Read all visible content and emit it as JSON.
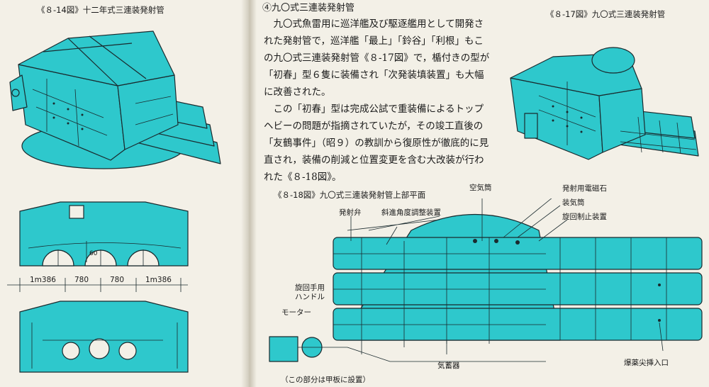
{
  "figures": {
    "fig14": {
      "caption": "《８-14図》十二年式三連装発射管"
    },
    "fig17": {
      "caption": "《８-17図》九〇式三連装発射管"
    },
    "fig18": {
      "caption": "《８-18図》九〇式三連装発射管上部平面"
    }
  },
  "dimensions": {
    "side_left": "1m386",
    "center_left": "780",
    "center_right": "780",
    "side_right": "1m386",
    "height": "60"
  },
  "text": {
    "section_heading": "④九〇式三連装発射管",
    "paragraphs": [
      "九〇式魚雷用に巡洋艦及び駆逐艦用として開発された発射管で，巡洋艦「最上」「鈴谷」「利根」もこの九〇式三連装発射管《８-17図》で，楯付きの型が「初春」型６隻に装備され「次発装填装置」も大幅に改善された。",
      "この「初春」型は完成公試で重装備によるトップヘビーの問題が指摘されていたが，その竣工直後の「友鶴事件」（昭９）の教訓から復原性が徹底的に見直され，装備の削減と位置変更を含む大改装が行われた《８-18図》。"
    ]
  },
  "labels": {
    "air_tank": "空気筒",
    "magnet": "発射用電磁石",
    "charging_tube": "装気筒",
    "firing_valve": "発射弁",
    "angle_device": "斜進角度調整装置",
    "rotation_stop": "旋回制止装置",
    "hand_wheel_1": "旋回手用",
    "hand_wheel_2": "ハンドル",
    "motor": "モーター",
    "accumulator": "気蓄器",
    "primer_port": "爆薬尖挿入口",
    "deck_note": "（この部分は甲板に設置）"
  },
  "colors": {
    "cyan": "#2ec8cc",
    "line": "#1a2a2e",
    "paper": "#f3f0e7"
  }
}
